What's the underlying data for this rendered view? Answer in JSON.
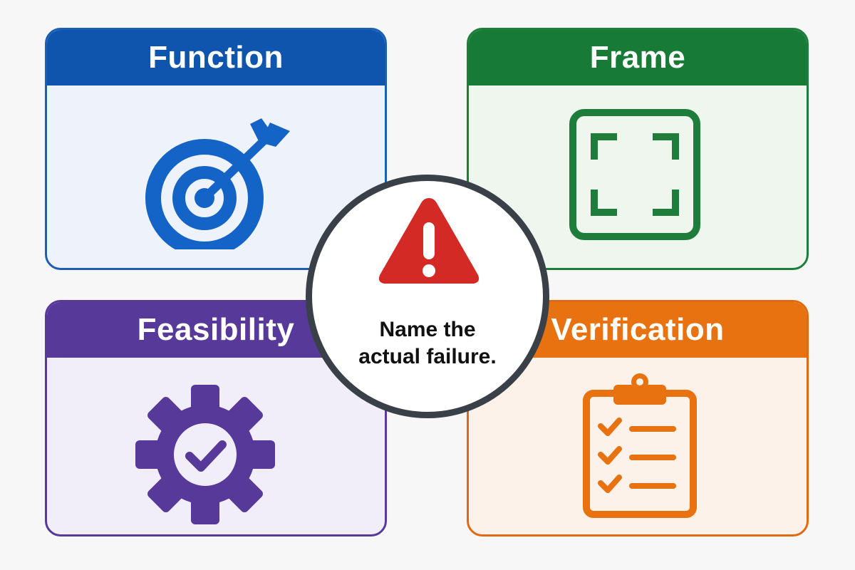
{
  "cards": {
    "function": {
      "title": "Function",
      "icon": "target-arrow-icon",
      "color": "#0f55ad"
    },
    "frame": {
      "title": "Frame",
      "icon": "frame-corners-icon",
      "color": "#177a36"
    },
    "feasibility": {
      "title": "Feasibility",
      "icon": "gear-check-icon",
      "color": "#57399a"
    },
    "verification": {
      "title": "Verification",
      "icon": "clipboard-checklist-icon",
      "color": "#e8720f"
    }
  },
  "center": {
    "icon": "warning-triangle-icon",
    "line1": "Name the",
    "line2": "actual failure.",
    "warning_color": "#d42a26"
  }
}
